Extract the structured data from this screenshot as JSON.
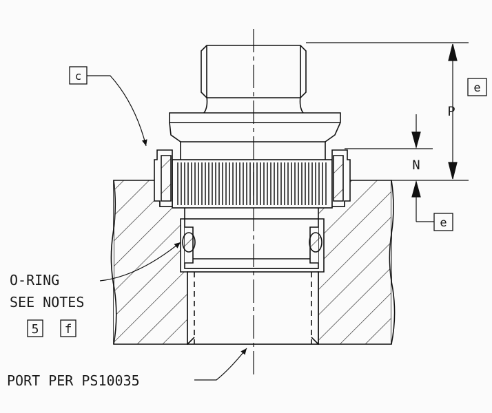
{
  "drawing": {
    "callouts": {
      "c_box": "c",
      "e_box_top": "e",
      "e_box_bottom": "e",
      "note_box_5": "5",
      "note_box_f": "f"
    },
    "dimensions": {
      "p_label": "P",
      "n_label": "N"
    },
    "labels": {
      "oring_line1": "O-RING",
      "oring_line2": "SEE NOTES",
      "port": "PORT PER PS10035"
    }
  }
}
